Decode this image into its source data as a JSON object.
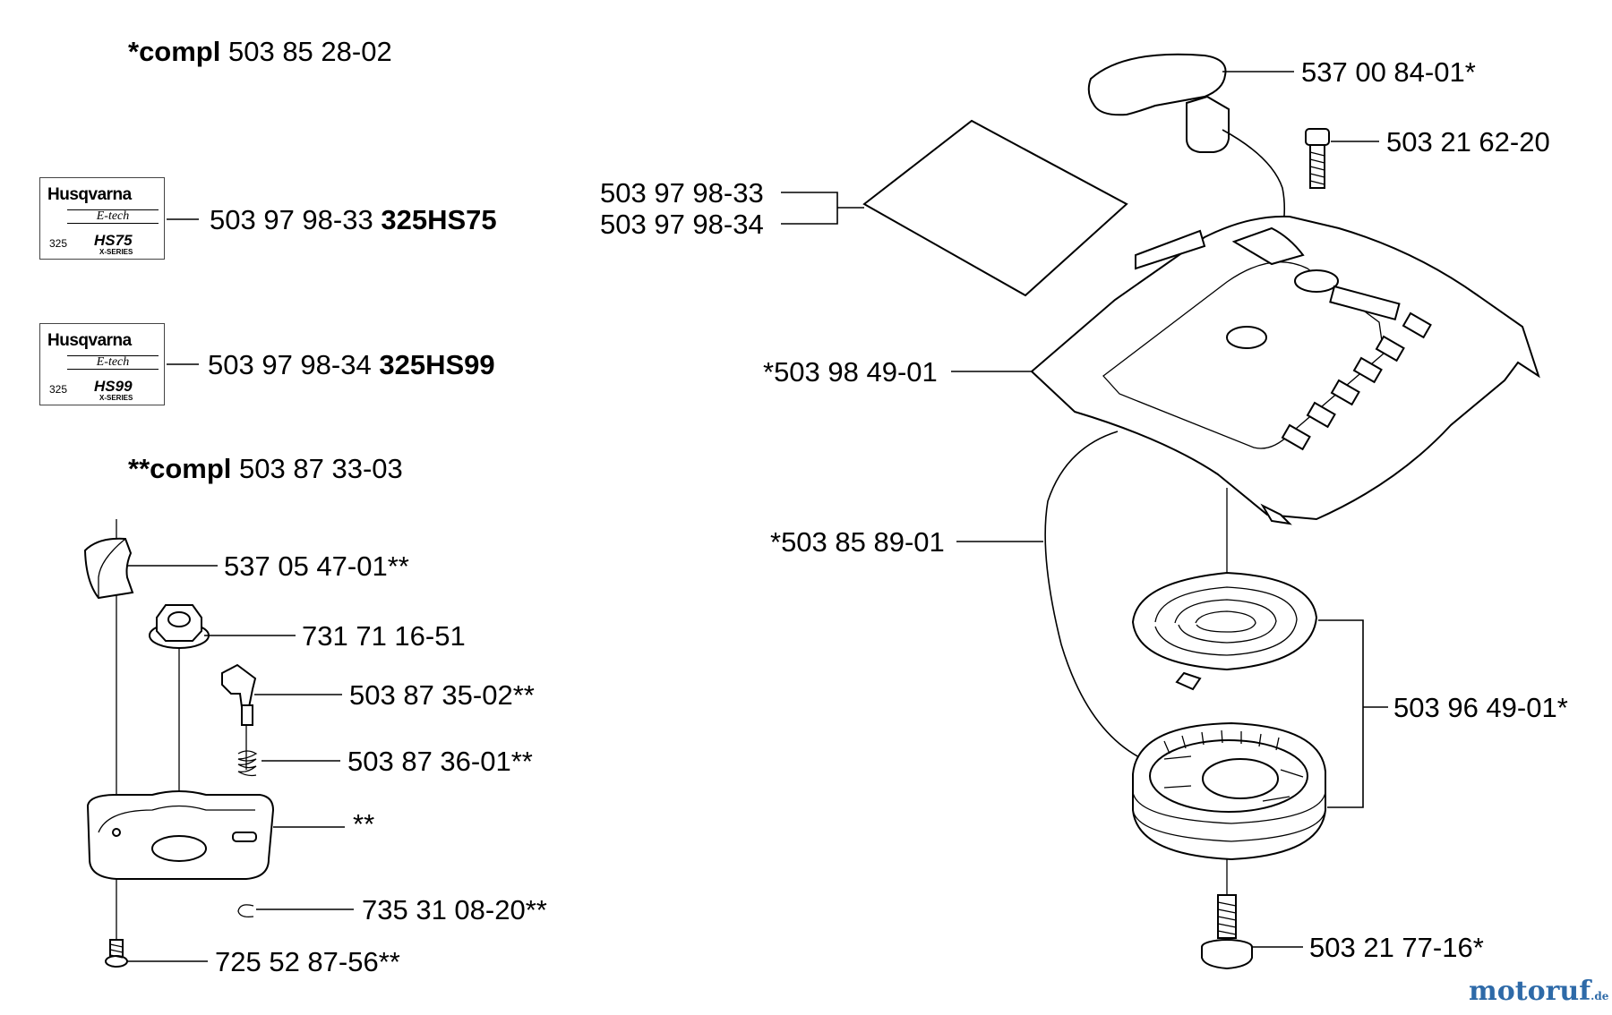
{
  "assemblies": {
    "upper": {
      "prefix": "*compl",
      "number": "503 85 28-02"
    },
    "lower": {
      "prefix": "**compl",
      "number": "503 87 33-03"
    }
  },
  "decals": [
    {
      "brand": "Husqvarna",
      "line": "E-tech",
      "num": "325",
      "model": "HS75",
      "series": "X-SERIES",
      "part": "503 97 98-33",
      "model_code": "325HS75"
    },
    {
      "brand": "Husqvarna",
      "line": "E-tech",
      "num": "325",
      "model": "HS99",
      "series": "X-SERIES",
      "part": "503 97 98-34",
      "model_code": "325HS99"
    }
  ],
  "callouts": {
    "handle": "537 00 84-01*",
    "cover_screw": "503 21 62-20",
    "sticker_a": "503 97 98-33",
    "sticker_b": "503 97 98-34",
    "starter_cover": "*503 98 49-01",
    "cord": "*503 85 89-01",
    "pulley_set": "503 96 49-01*",
    "center_screw": "503 21 77-16*",
    "pawl": "537 05 47-01**",
    "nut": "731 71 16-51",
    "latch": "503 87 35-02**",
    "spring": "503 87 36-01**",
    "housing": "**",
    "clip": "735 31 08-20**",
    "bottom_screw": "725 52 87-56**"
  },
  "watermark": {
    "text": "motoruf",
    "suffix": ".de"
  }
}
